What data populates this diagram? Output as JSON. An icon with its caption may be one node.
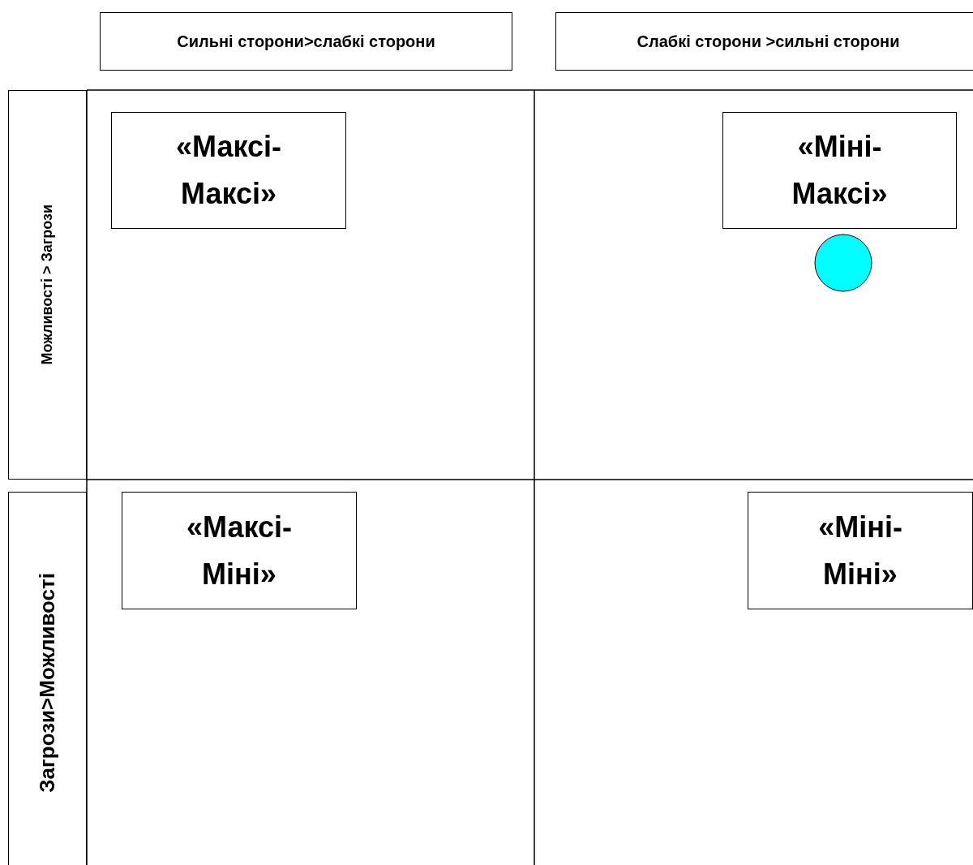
{
  "diagram": {
    "nodes": [
      {
        "text": [
          "Сильні сторони>слабкі сторони"
        ]
      },
      {
        "text": [
          "Слабкі сторони >сильні сторони"
        ]
      },
      {
        "text": [
          "Можливості > Загрози"
        ]
      },
      {
        "text": [
          "«Максі- Максі»"
        ]
      },
      {
        "text": [
          "«Міні- Максі»"
        ]
      },
      {
        "text": [],
        "shape": "circle"
      },
      {
        "text": [
          "Загрози>Можливості"
        ]
      },
      {
        "text": [
          "«Максі- Міні»"
        ]
      },
      {
        "text": [
          "«Міні- Міні»"
        ]
      }
    ]
  }
}
